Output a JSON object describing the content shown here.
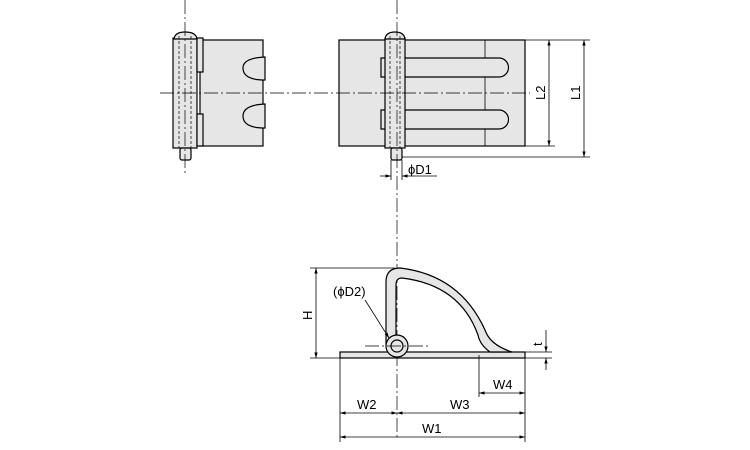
{
  "title": "Hinge dimension drawing",
  "labels": {
    "L1": "L1",
    "L2": "L2",
    "D1": "ϕD1",
    "D2": "(ϕD2)",
    "H": "H",
    "t": "t",
    "W1": "W1",
    "W2": "W2",
    "W3": "W3",
    "W4": "W4"
  },
  "colors": {
    "fill": "#e6e6e6",
    "line": "#000000"
  }
}
